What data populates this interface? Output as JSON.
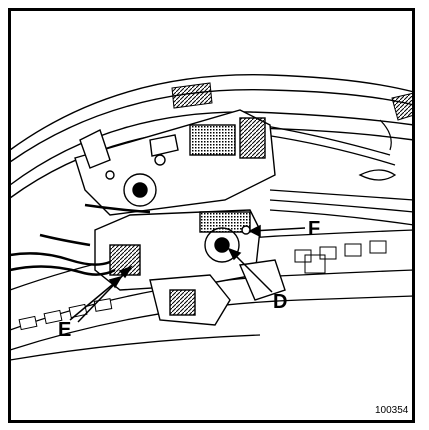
{
  "figure": {
    "callouts": {
      "d": "D",
      "e": "E",
      "f": "F"
    },
    "figure_number": "100354"
  }
}
